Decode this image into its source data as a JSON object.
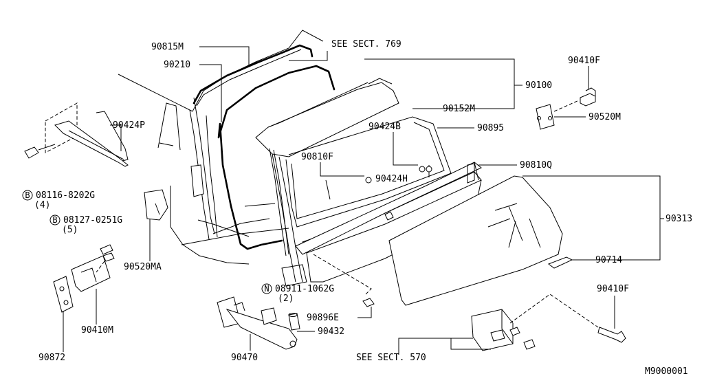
{
  "diagram": {
    "see_sect_769": "SEE SECT. 769",
    "see_sect_570": "SEE SECT. 570",
    "footer_code": "M9000001",
    "bolt_symbol": "B",
    "nut_symbol": "N",
    "parts": {
      "p90815M": "90815M",
      "p90210": "90210",
      "p90100": "90100",
      "p90152M": "90152M",
      "p90410F_top": "90410F",
      "p90520M": "90520M",
      "p90424P": "90424P",
      "p90424B": "90424B",
      "p90895": "90895",
      "p90810F": "90810F",
      "p90424H": "90424H",
      "p90810Q": "90810Q",
      "p90313": "90313",
      "p90714": "90714",
      "p90410F_bottom": "90410F",
      "p90520MA": "90520MA",
      "p90410M": "90410M",
      "p90872": "90872",
      "p90470": "90470",
      "p90432": "90432",
      "p90896E": "90896E"
    },
    "fasteners": {
      "b1_code": "08116-8202G",
      "b1_qty": "(4)",
      "b2_code": "08127-0251G",
      "b2_qty": "(5)",
      "n1_code": "08911-1062G",
      "n1_qty": "(2)"
    }
  }
}
